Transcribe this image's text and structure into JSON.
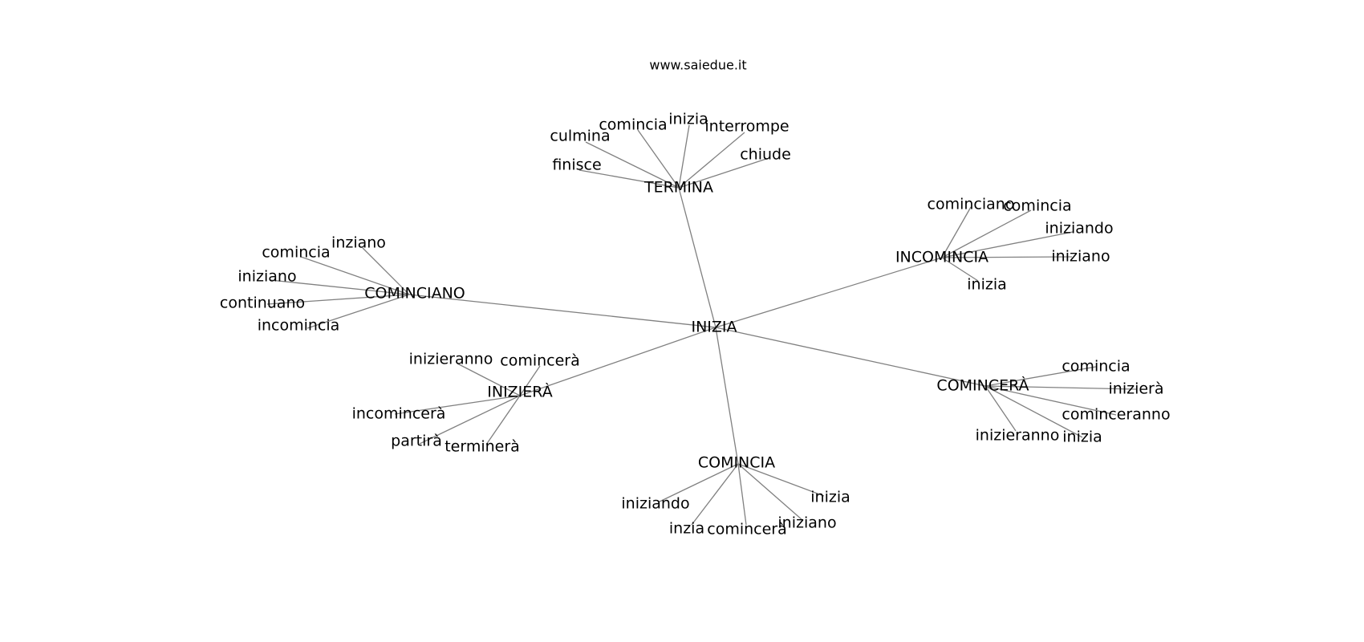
{
  "title": "www.saiedue.it",
  "style": {
    "edge_color": "#808080",
    "text_color": "#000000",
    "background": "#ffffff"
  },
  "root": "INIZIA",
  "groups": [
    {
      "hub": "TERMINA",
      "leaves": [
        "culmina",
        "comincia",
        "inizia",
        "interrompe",
        "finisce",
        "chiude"
      ]
    },
    {
      "hub": "INCOMINCIA",
      "leaves": [
        "cominciano",
        "comincia",
        "iniziando",
        "iniziano",
        "inizia"
      ]
    },
    {
      "hub": "COMINCIANO",
      "leaves": [
        "inziano",
        "comincia",
        "iniziano",
        "continuano",
        "incomincia"
      ]
    },
    {
      "hub": "INIZIERÀ",
      "leaves": [
        "inizieranno",
        "comincerà",
        "incomincerà",
        "partirà",
        "terminerà"
      ]
    },
    {
      "hub": "COMINCERÀ",
      "leaves": [
        "comincia",
        "inizierà",
        "cominceranno",
        "inizieranno",
        "inizia"
      ]
    },
    {
      "hub": "COMINCIA",
      "leaves": [
        "iniziando",
        "inzia",
        "comincerà",
        "iniziano",
        "inizia"
      ]
    }
  ]
}
